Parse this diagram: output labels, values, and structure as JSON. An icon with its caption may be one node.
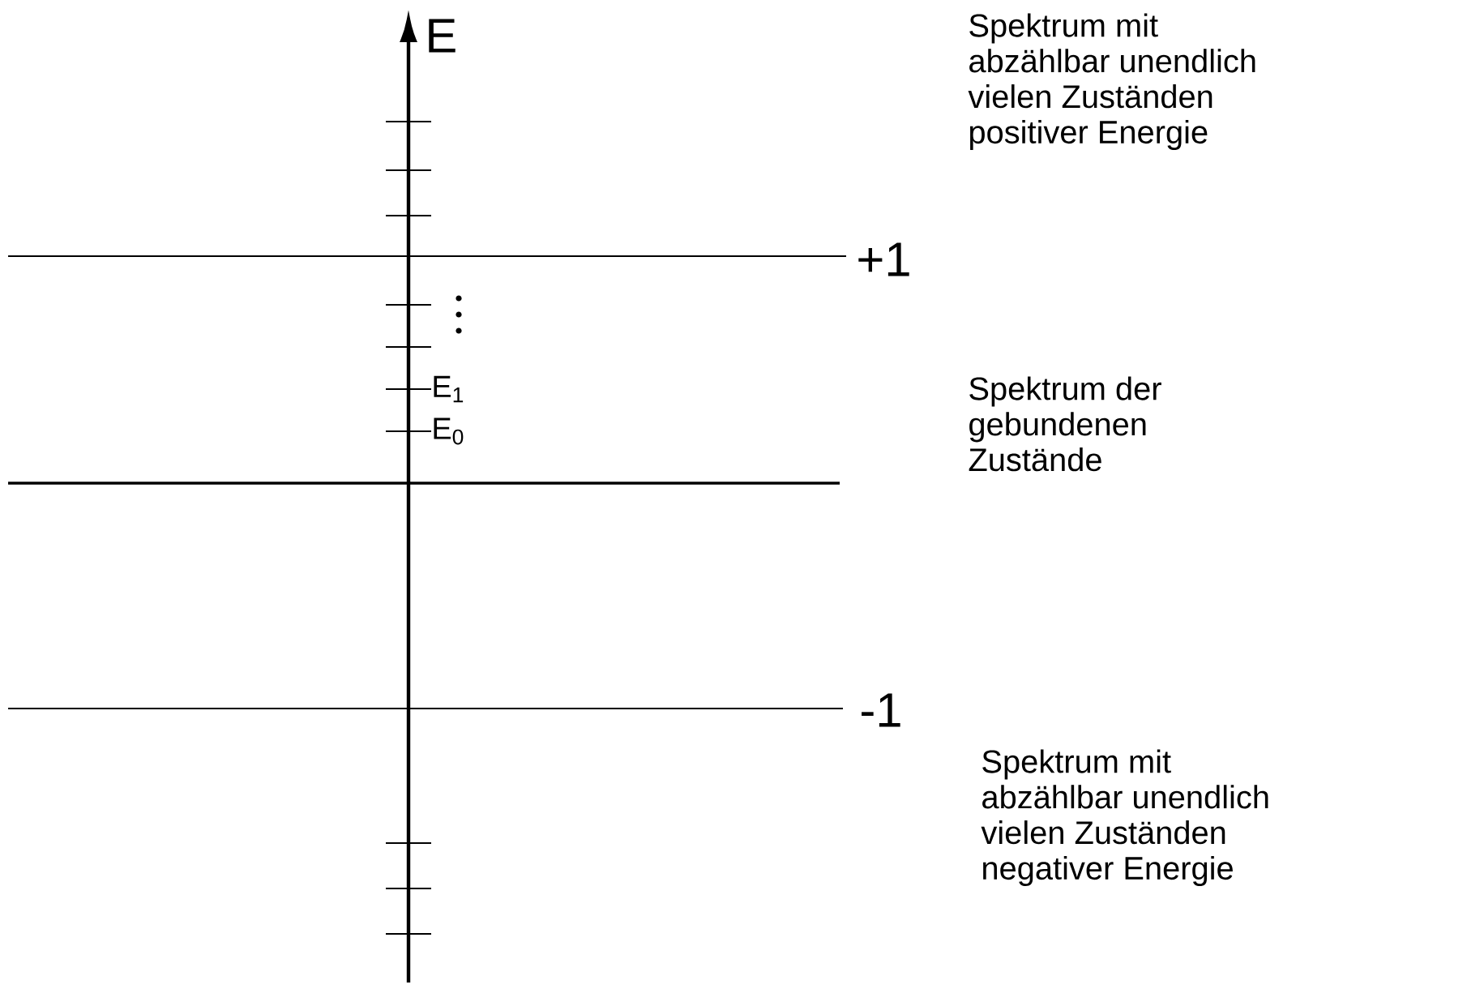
{
  "diagram": {
    "labels": [
      "E",
      "Spektrum mit abzählbar unendlich vielen Zuständen positiver Energie",
      "+1",
      "E$_{1}$",
      "Spektrum der gebundenen Zustände",
      "E$_{0}$",
      "-1",
      "Spektrum mit abzählbar unendlich vielen Zuständen negativer Energie"
    ]
  }
}
